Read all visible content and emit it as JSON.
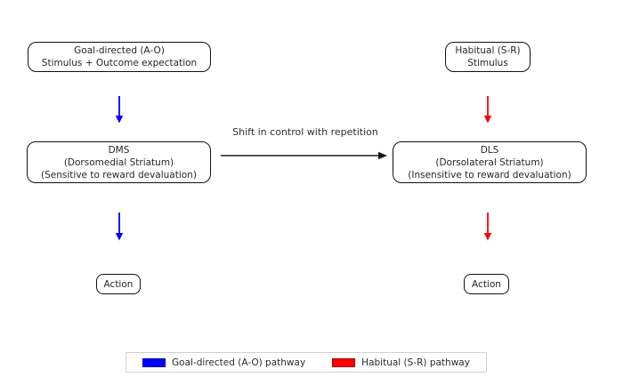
{
  "nodes": {
    "goal_directed": {
      "line1": "Goal-directed (A-O)",
      "line2": "Stimulus + Outcome expectation"
    },
    "habitual": {
      "line1": "Habitual (S-R)",
      "line2": "Stimulus"
    },
    "dms": {
      "line1": "DMS",
      "line2": "(Dorsomedial Striatum)",
      "line3": "(Sensitive to reward devaluation)"
    },
    "dls": {
      "line1": "DLS",
      "line2": "(Dorsolateral Striatum)",
      "line3": "(Insensitive to reward devaluation)"
    },
    "action_left": {
      "label": "Action"
    },
    "action_right": {
      "label": "Action"
    }
  },
  "arrows": {
    "shift_label": "Shift in control with repetition",
    "goal_color": "#0000ff",
    "habitual_color": "#ff0000",
    "shift_color": "#1a1a1a"
  },
  "legend": {
    "items": [
      {
        "label": "Goal-directed (A-O) pathway",
        "swatch": "#0000ff"
      },
      {
        "label": "Habitual (S-R) pathway",
        "swatch": "#ff0000"
      }
    ]
  }
}
